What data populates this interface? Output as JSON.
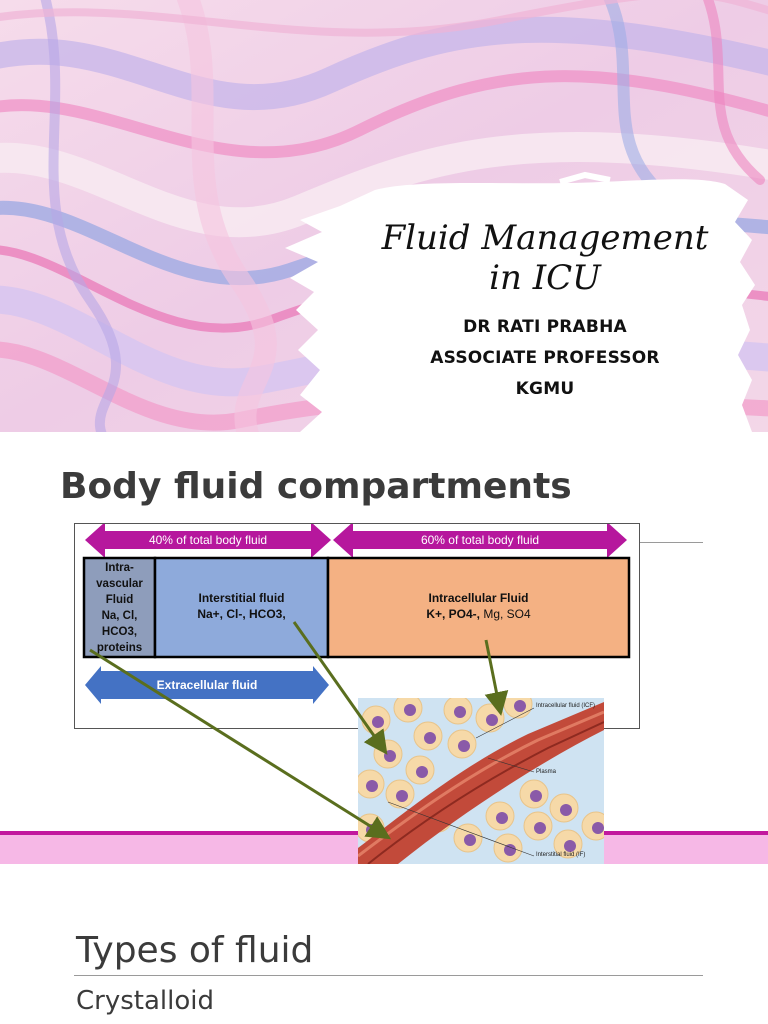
{
  "slide1": {
    "title_line1": "Fluid Management",
    "title_line2": "in ICU",
    "author": "DR RATI PRABHA",
    "designation": "ASSOCIATE PROFESSOR",
    "institution": "KGMU",
    "background": "pink-purple marble swirl"
  },
  "slide2": {
    "heading": "Body fluid compartments",
    "arrow_left_label": "40% of total body fluid",
    "arrow_right_label": "60% of total body fluid",
    "intravascular": [
      "Intra-",
      "vascular",
      "Fluid",
      "Na, Cl,",
      "HCO3,",
      "proteins"
    ],
    "interstitial_title": "Interstitial fluid",
    "interstitial_ions": "Na+, Cl-, HCO3,",
    "intracellular_title": "Intracellular Fluid",
    "intracellular_ions_bold": "K+, PO4-,",
    "intracellular_ions_normal": " Mg, SO4",
    "extracellular_label": "Extracellular fluid",
    "cell_labels": {
      "icf": "Intracellular fluid (ICF)",
      "plasma": "Plasma",
      "if": "Interstitial fluid (IF)"
    },
    "colors": {
      "magenta_arrow": "#b6179d",
      "intravascular": "#8e9dbb",
      "interstitial": "#8eaadb",
      "intracellular": "#f4b183",
      "extracellular_arrow": "#4472c4",
      "pointer": "#5a6e1e",
      "pink_band": "#f6b8e6"
    }
  },
  "slide3": {
    "heading": "Types of fluid",
    "item": "Crystalloid"
  }
}
